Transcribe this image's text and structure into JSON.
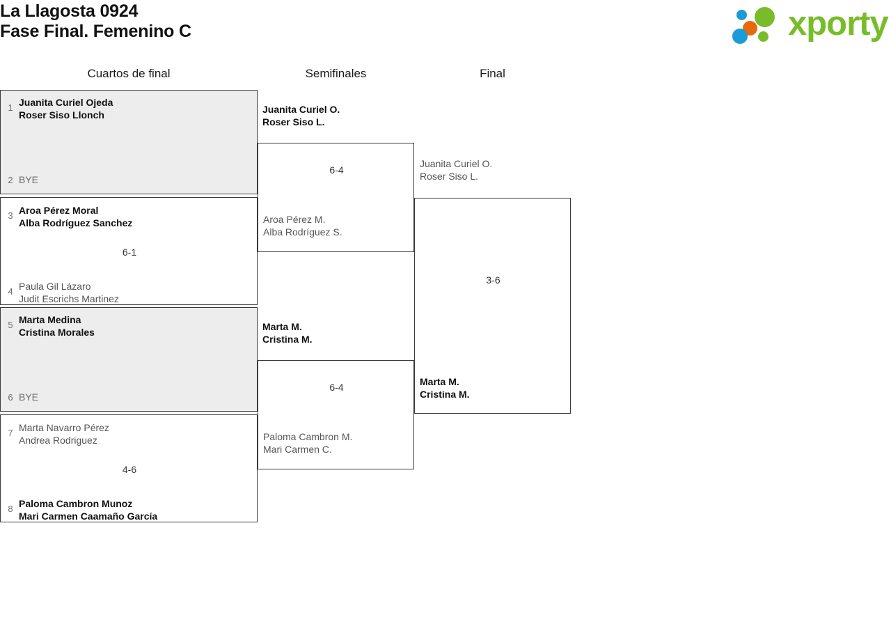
{
  "header": {
    "title_line1": "La Llagosta 0924",
    "title_line2": "Fase Final. Femenino C",
    "logo_text": "xporty",
    "logo_colors": {
      "green": "#79bc2a",
      "blue": "#1b9bd8",
      "orange": "#e8690b"
    }
  },
  "rounds": [
    {
      "id": "quarters",
      "label": "Cuartos de final"
    },
    {
      "id": "semis",
      "label": "Semifinales"
    },
    {
      "id": "final",
      "label": "Final"
    }
  ],
  "quarterfinals": [
    {
      "shaded": true,
      "top": {
        "seed": "1",
        "line1": "Juanita Curiel Ojeda",
        "line2": "Roser Siso Llonch",
        "state": "winner"
      },
      "bottom": {
        "seed": "2",
        "line1": "BYE",
        "line2": "",
        "state": "bye"
      },
      "score": ""
    },
    {
      "shaded": false,
      "top": {
        "seed": "3",
        "line1": "Aroa Pérez Moral",
        "line2": "Alba Rodríguez Sanchez",
        "state": "winner"
      },
      "bottom": {
        "seed": "4",
        "line1": "Paula Gil Lázaro",
        "line2": "Judit Escrichs Martinez",
        "state": "loser"
      },
      "score": "6-1"
    },
    {
      "shaded": true,
      "top": {
        "seed": "5",
        "line1": "Marta Medina",
        "line2": "Cristina Morales",
        "state": "winner"
      },
      "bottom": {
        "seed": "6",
        "line1": "BYE",
        "line2": "",
        "state": "bye"
      },
      "score": ""
    },
    {
      "shaded": false,
      "top": {
        "seed": "7",
        "line1": "Marta Navarro Pérez",
        "line2": "Andrea Rodriguez",
        "state": "loser"
      },
      "bottom": {
        "seed": "8",
        "line1": "Paloma Cambron Munoz",
        "line2": "Mari Carmen Caamaño García",
        "state": "winner"
      },
      "score": "4-6"
    }
  ],
  "semifinals": [
    {
      "top": {
        "line1": "Juanita Curiel O.",
        "line2": "Roser Siso L.",
        "state": "winner"
      },
      "bottom": {
        "line1": "Aroa Pérez M.",
        "line2": "Alba Rodríguez S.",
        "state": "loser"
      },
      "score": "6-4"
    },
    {
      "top": {
        "line1": "Marta M.",
        "line2": "Cristina M.",
        "state": "winner"
      },
      "bottom": {
        "line1": "Paloma Cambron M.",
        "line2": "Mari Carmen C.",
        "state": "loser"
      },
      "score": "6-4"
    }
  ],
  "final": {
    "top": {
      "line1": "Juanita Curiel O.",
      "line2": "Roser Siso L.",
      "state": "loser"
    },
    "bottom": {
      "line1": "Marta M.",
      "line2": "Cristina M.",
      "state": "winner"
    },
    "score": "3-6"
  }
}
